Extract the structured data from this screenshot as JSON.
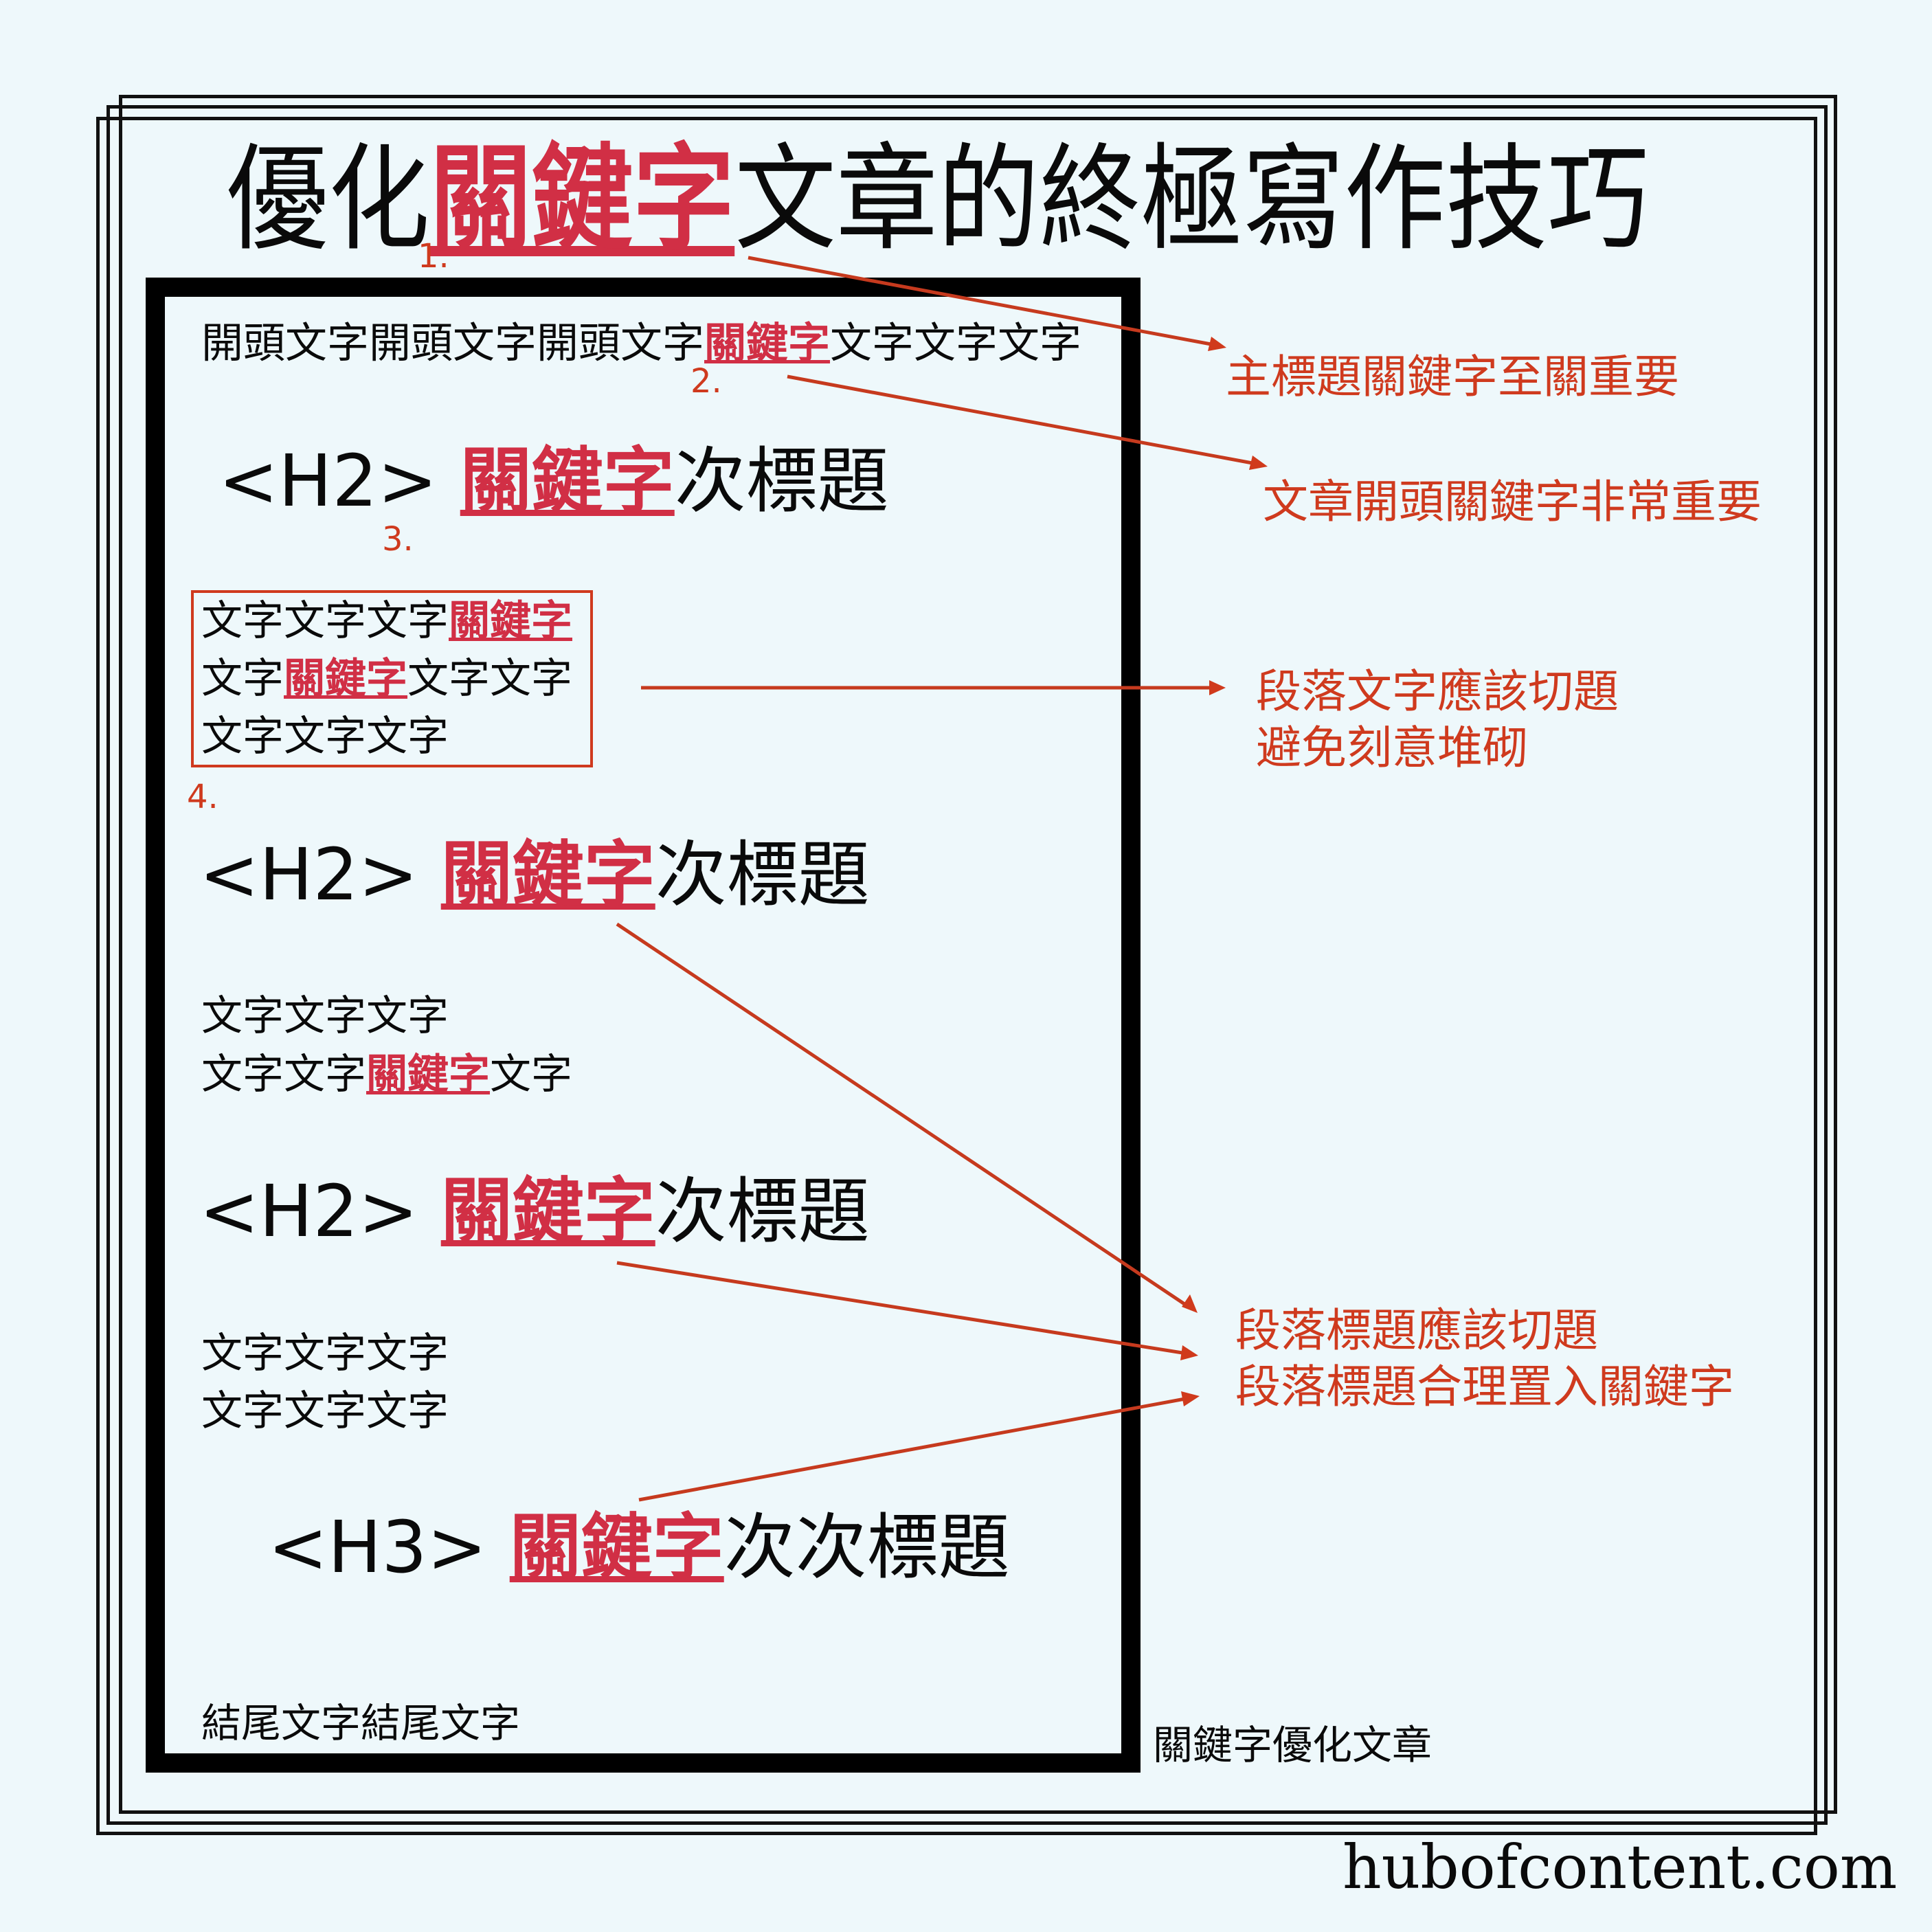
{
  "title": {
    "prefix": "優化",
    "keyword": "關鍵字",
    "suffix": "文章的終極寫作技巧"
  },
  "markers": [
    "1.",
    "2.",
    "3.",
    "4."
  ],
  "article": {
    "opening": {
      "before": "開頭文字開頭文字開頭文字",
      "keyword": "關鍵字",
      "after": "文字文字文字"
    },
    "headings": [
      {
        "tag": "<H2>",
        "keyword": "關鍵字",
        "rest": "次標題"
      },
      {
        "tag": "<H2>",
        "keyword": "關鍵字",
        "rest": "次標題"
      },
      {
        "tag": "<H2>",
        "keyword": "關鍵字",
        "rest": "次標題"
      },
      {
        "tag": "<H3>",
        "keyword": "關鍵字",
        "rest": "次次標題"
      }
    ],
    "paragraph1": [
      {
        "before": "文字文字文字",
        "keyword": "關鍵字",
        "after": ""
      },
      {
        "before": "文字",
        "keyword": "關鍵字",
        "after": "文字文字"
      },
      {
        "before": "文字文字文字",
        "keyword": "",
        "after": ""
      }
    ],
    "paragraph2": [
      {
        "before": "文字文字文字",
        "keyword": "",
        "after": ""
      },
      {
        "before": "文字文字",
        "keyword": "關鍵字",
        "after": "文字"
      }
    ],
    "paragraph3": [
      {
        "before": "文字文字文字"
      },
      {
        "before": "文字文字文字"
      }
    ],
    "ending": "結尾文字結尾文字"
  },
  "notes": {
    "title_keyword": "主標題關鍵字至關重要",
    "opening_keyword": "文章開頭關鍵字非常重要",
    "paragraph": [
      "段落文字應該切題",
      "避免刻意堆砌"
    ],
    "headings": [
      "段落標題應該切題",
      "段落標題合理置入關鍵字"
    ]
  },
  "caption": "關鍵字優化文章",
  "brand": "hubofcontent.com",
  "colors": {
    "background": "#eef8fb",
    "keyword": "#d12f45",
    "annotation": "#cf3a1e",
    "text": "#0a0a0a"
  }
}
